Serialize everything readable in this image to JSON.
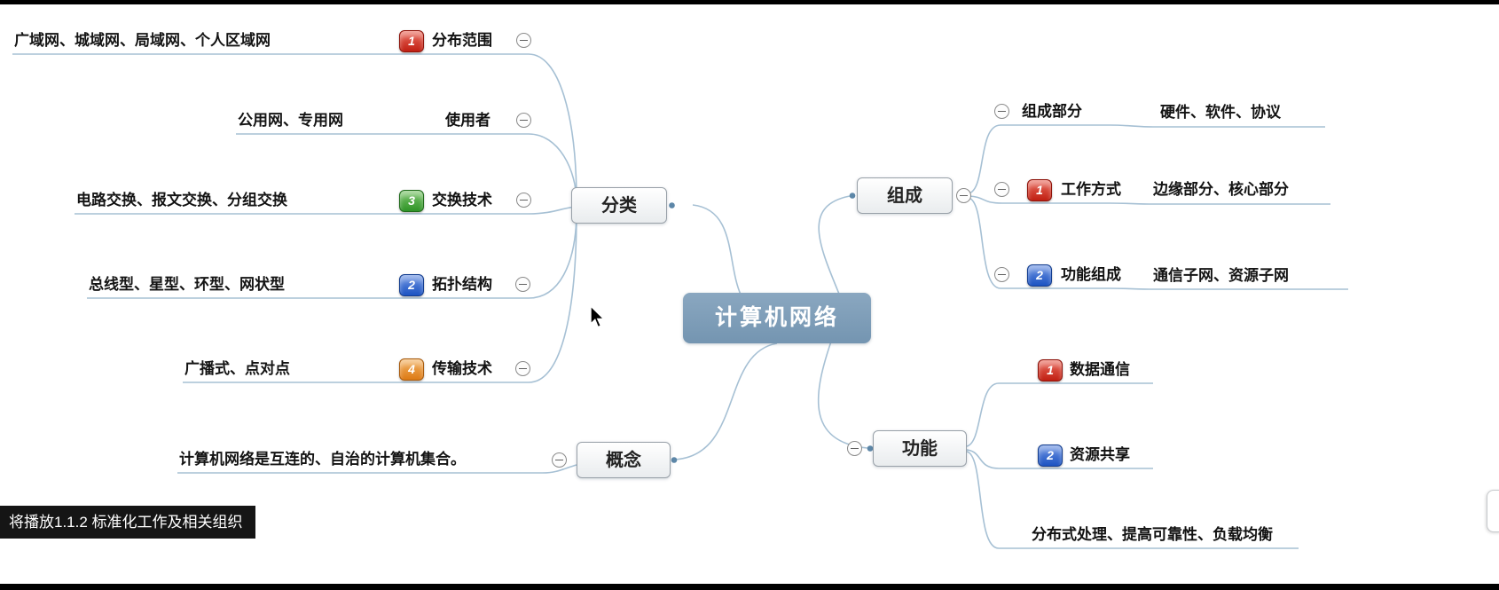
{
  "toast": {
    "text": "将播放1.1.2 标准化工作及相关组织"
  },
  "map": {
    "center": {
      "label": "计算机网络",
      "fill": "#7d9eb9"
    },
    "classification": {
      "label": "分类",
      "children": [
        {
          "badge": "1",
          "badge_color": "#c01f12",
          "label": "分布范围",
          "detail": "广域网、城域网、局域网、个人区域网"
        },
        {
          "badge": "",
          "badge_color": "",
          "label": "使用者",
          "detail": "公用网、专用网"
        },
        {
          "badge": "3",
          "badge_color": "#2f9427",
          "label": "交换技术",
          "detail": "电路交换、报文交换、分组交换"
        },
        {
          "badge": "2",
          "badge_color": "#1c53c2",
          "label": "拓扑结构",
          "detail": "总线型、星型、环型、网状型"
        },
        {
          "badge": "4",
          "badge_color": "#dd7a14",
          "label": "传输技术",
          "detail": "广播式、点对点"
        }
      ]
    },
    "concept": {
      "label": "概念",
      "detail": "计算机网络是互连的、自治的计算机集合。"
    },
    "composition": {
      "label": "组成",
      "children": [
        {
          "badge": "",
          "badge_color": "",
          "label": "组成部分",
          "detail": "硬件、软件、协议"
        },
        {
          "badge": "1",
          "badge_color": "#c01f12",
          "label": "工作方式",
          "detail": "边缘部分、核心部分"
        },
        {
          "badge": "2",
          "badge_color": "#1c53c2",
          "label": "功能组成",
          "detail": "通信子网、资源子网"
        }
      ]
    },
    "function": {
      "label": "功能",
      "children": [
        {
          "badge": "1",
          "badge_color": "#c01f12",
          "label": "数据通信"
        },
        {
          "badge": "2",
          "badge_color": "#1c53c2",
          "label": "资源共享"
        },
        {
          "badge": "",
          "badge_color": "",
          "label": "分布式处理、提高可靠性、负载均衡"
        }
      ]
    },
    "colors": {
      "connector": "#a6c0d4"
    }
  }
}
